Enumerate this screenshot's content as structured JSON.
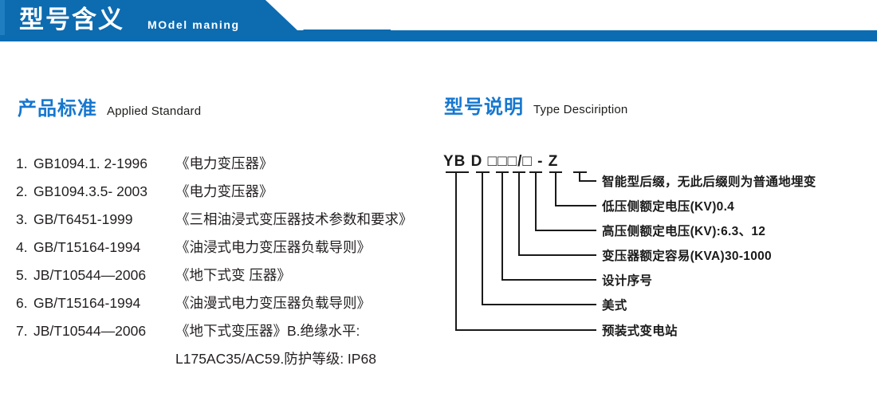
{
  "banner": {
    "title": "型号含义",
    "subtitle": "MOdel maning",
    "color_dark": "#0d6bb0",
    "color_band": "#0c6cb2"
  },
  "theme": {
    "accent_blue": "#1577cf",
    "text_dark": "#231f20"
  },
  "left_section": {
    "heading_cn": "产品标准",
    "heading_en": "Applied Standard",
    "standards": [
      {
        "num": "1.",
        "code": "GB1094.1. 2-1996",
        "name": "《电力变压器》"
      },
      {
        "num": "2.",
        "code": "GB1094.3.5- 2003",
        "name": "《电力变压器》"
      },
      {
        "num": "3.",
        "code": "GB/T6451-1999",
        "name": "《三相油浸式变压器技术参数和要求》"
      },
      {
        "num": "4.",
        "code": "GB/T15164-1994",
        "name": "《油浸式电力变压器负载导则》"
      },
      {
        "num": "5.",
        "code": "JB/T10544—2006",
        "name": "《地下式变 压器》"
      },
      {
        "num": "6.",
        "code": "GB/T15164-1994",
        "name": "《油漫式电力变压器负载导则》"
      },
      {
        "num": "7.",
        "code": "JB/T10544—2006",
        "name": "《地下式变压器》B.绝缘水平:"
      }
    ],
    "continuation": "L175AC35/AC59.防护等级: IP68"
  },
  "right_section": {
    "heading_cn": "型号说明",
    "heading_en": "Type Desciription",
    "code_parts": [
      "YB",
      "D",
      "□",
      "□",
      "□",
      "/",
      "□",
      "-",
      "Z"
    ],
    "code_display": "YB D □□□/□ - Z",
    "callouts": [
      {
        "label": "智能型后缀，无此后缀则为普通地埋变"
      },
      {
        "label": "低压侧额定电压(KV)0.4"
      },
      {
        "label": "高压侧额定电压(KV):6.3、12"
      },
      {
        "label": "变压器额定容易(KVA)30-1000"
      },
      {
        "label": "设计序号"
      },
      {
        "label": "美式"
      },
      {
        "label": "预装式变电站"
      }
    ]
  }
}
